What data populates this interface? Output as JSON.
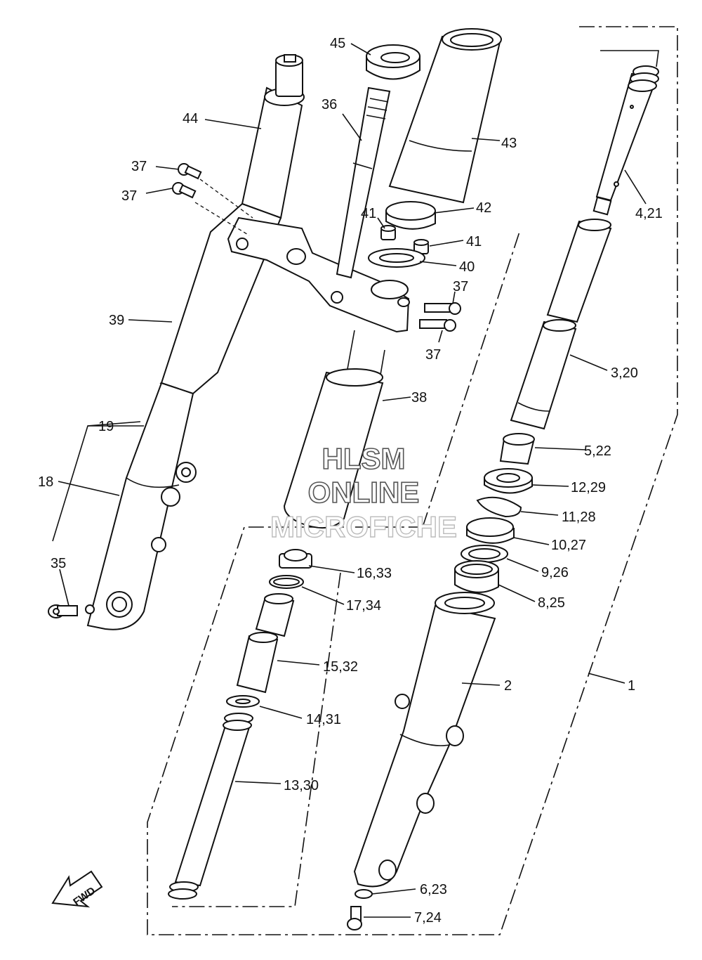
{
  "watermark": {
    "line1": "HLSM",
    "line2": "ONLINE",
    "line3": "MICROFICHE"
  },
  "direction_arrow": {
    "label": "FWD"
  },
  "callouts": [
    {
      "id": "c45",
      "text": "45"
    },
    {
      "id": "c36",
      "text": "36"
    },
    {
      "id": "c43",
      "text": "43"
    },
    {
      "id": "c44",
      "text": "44"
    },
    {
      "id": "c37a",
      "text": "37"
    },
    {
      "id": "c37b",
      "text": "37"
    },
    {
      "id": "c42",
      "text": "42"
    },
    {
      "id": "c41a",
      "text": "41"
    },
    {
      "id": "c41b",
      "text": "41"
    },
    {
      "id": "c40",
      "text": "40"
    },
    {
      "id": "c37c",
      "text": "37"
    },
    {
      "id": "c37d",
      "text": "37"
    },
    {
      "id": "c421",
      "text": "4,21"
    },
    {
      "id": "c39",
      "text": "39"
    },
    {
      "id": "c320",
      "text": "3,20"
    },
    {
      "id": "c38",
      "text": "38"
    },
    {
      "id": "c19",
      "text": "19"
    },
    {
      "id": "c522",
      "text": "5,22"
    },
    {
      "id": "c18",
      "text": "18"
    },
    {
      "id": "c1229",
      "text": "12,29"
    },
    {
      "id": "c1128",
      "text": "11,28"
    },
    {
      "id": "c1027",
      "text": "10,27"
    },
    {
      "id": "c35",
      "text": "35"
    },
    {
      "id": "c926",
      "text": "9,26"
    },
    {
      "id": "c1633",
      "text": "16,33"
    },
    {
      "id": "c825",
      "text": "8,25"
    },
    {
      "id": "c1734",
      "text": "17,34"
    },
    {
      "id": "c1532",
      "text": "15,32"
    },
    {
      "id": "c2",
      "text": "2"
    },
    {
      "id": "c1",
      "text": "1"
    },
    {
      "id": "c1431",
      "text": "14,31"
    },
    {
      "id": "c1330",
      "text": "13,30"
    },
    {
      "id": "c623",
      "text": "6,23"
    },
    {
      "id": "c724",
      "text": "7,24"
    }
  ]
}
